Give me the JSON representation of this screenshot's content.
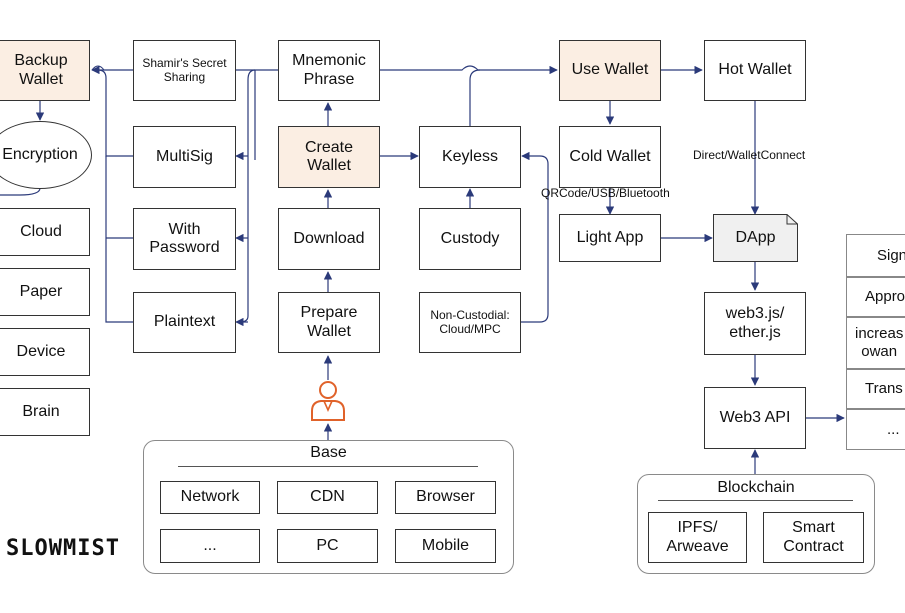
{
  "nodes": {
    "backup_wallet": "Backup\nWallet",
    "shamir": "Shamir's Secret\nSharing",
    "mnemonic": "Mnemonic\nPhrase",
    "use_wallet": "Use Wallet",
    "hot_wallet": "Hot Wallet",
    "encryption": "Encryption",
    "multisig": "MultiSig",
    "create_wallet": "Create\nWallet",
    "keyless": "Keyless",
    "cold_wallet": "Cold Wallet",
    "cloud": "Cloud",
    "with_password": "With\nPassword",
    "download": "Download",
    "custody": "Custody",
    "light_app": "Light App",
    "dapp": "DApp",
    "paper": "Paper",
    "device": "Device",
    "brain": "Brain",
    "plaintext": "Plaintext",
    "prepare_wallet": "Prepare\nWallet",
    "non_custodial": "Non-Custodial:\nCloud/MPC",
    "web3js": "web3.js/\nether.js",
    "web3api": "Web3 API"
  },
  "edge_labels": {
    "direct_walletconnect": "Direct/WalletConnect",
    "qrcode": "QRCode/USB/Bluetooth"
  },
  "base_group": {
    "title": "Base",
    "items": [
      "Network",
      "CDN",
      "Browser",
      "...",
      "PC",
      "Mobile"
    ]
  },
  "blockchain_group": {
    "title": "Blockchain",
    "items": [
      "IPFS/\nArweave",
      "Smart\nContract"
    ]
  },
  "right_list": [
    "Sign",
    "Appro",
    "increas\nowan",
    "Trans",
    "..."
  ],
  "logo": "SLOWMIST",
  "colors": {
    "highlight": "#fbeee3",
    "wire": "#2b3a7a",
    "person_icon": "#e0622a"
  }
}
